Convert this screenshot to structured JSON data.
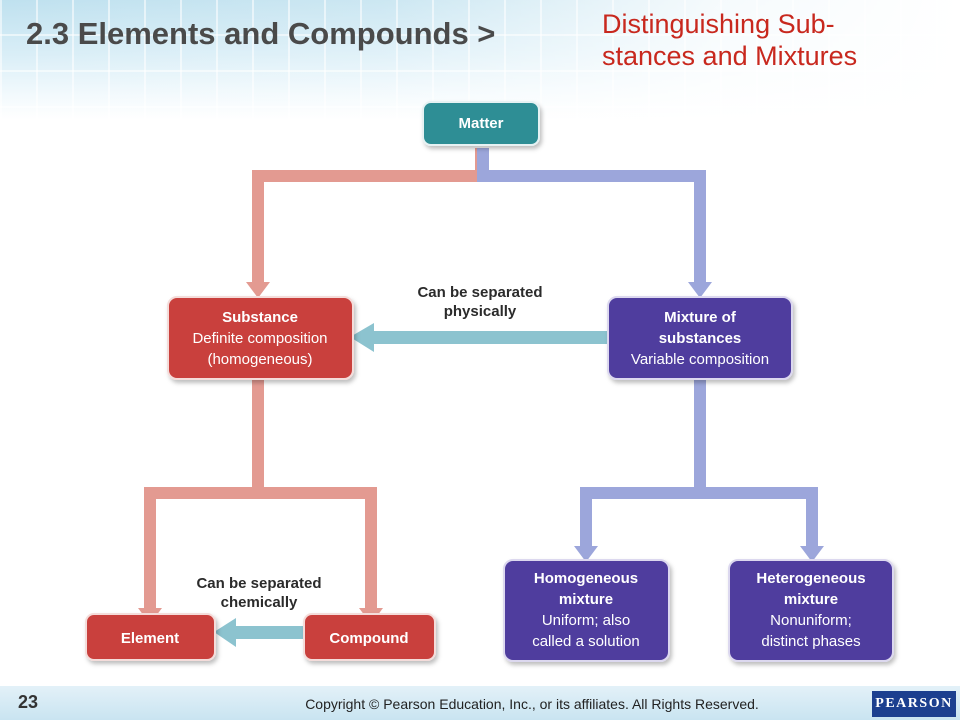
{
  "header": {
    "title": "2.3 Elements and Compounds >",
    "subtitle_line1": "Distinguishing Sub-",
    "subtitle_line2": "stances and Mixtures"
  },
  "diagram": {
    "nodes": {
      "matter": {
        "lines": [
          "Matter"
        ]
      },
      "substance": {
        "title": "Substance",
        "lines": [
          "Definite composition",
          "(homogeneous)"
        ]
      },
      "mixture": {
        "lines": [
          "Mixture of",
          "substances",
          "Variable composition"
        ]
      },
      "element": {
        "lines": [
          "Element"
        ]
      },
      "compound": {
        "lines": [
          "Compound"
        ]
      },
      "homogeneous": {
        "title_lines": [
          "Homogeneous",
          "mixture"
        ],
        "lines": [
          "Uniform; also",
          "called a solution"
        ]
      },
      "heterogeneous": {
        "title_lines": [
          "Heterogeneous",
          "mixture"
        ],
        "lines": [
          "Nonuniform;",
          "distinct phases"
        ]
      }
    },
    "labels": {
      "physical": [
        "Can be separated",
        "physically"
      ],
      "chemical": [
        "Can be separated",
        "chemically"
      ]
    },
    "colors": {
      "teal_box": "#2f8e95",
      "red_box": "#c9413d",
      "purple_box": "#4f3d9e",
      "red_connector": "#e39a91",
      "blue_connector": "#9ca6db",
      "teal_arrow": "#8cc3cf"
    }
  },
  "footer": {
    "slide_number": "23",
    "copyright": "Copyright © Pearson Education, Inc., or its affiliates. All Rights Reserved.",
    "logo": "PEARSON"
  }
}
